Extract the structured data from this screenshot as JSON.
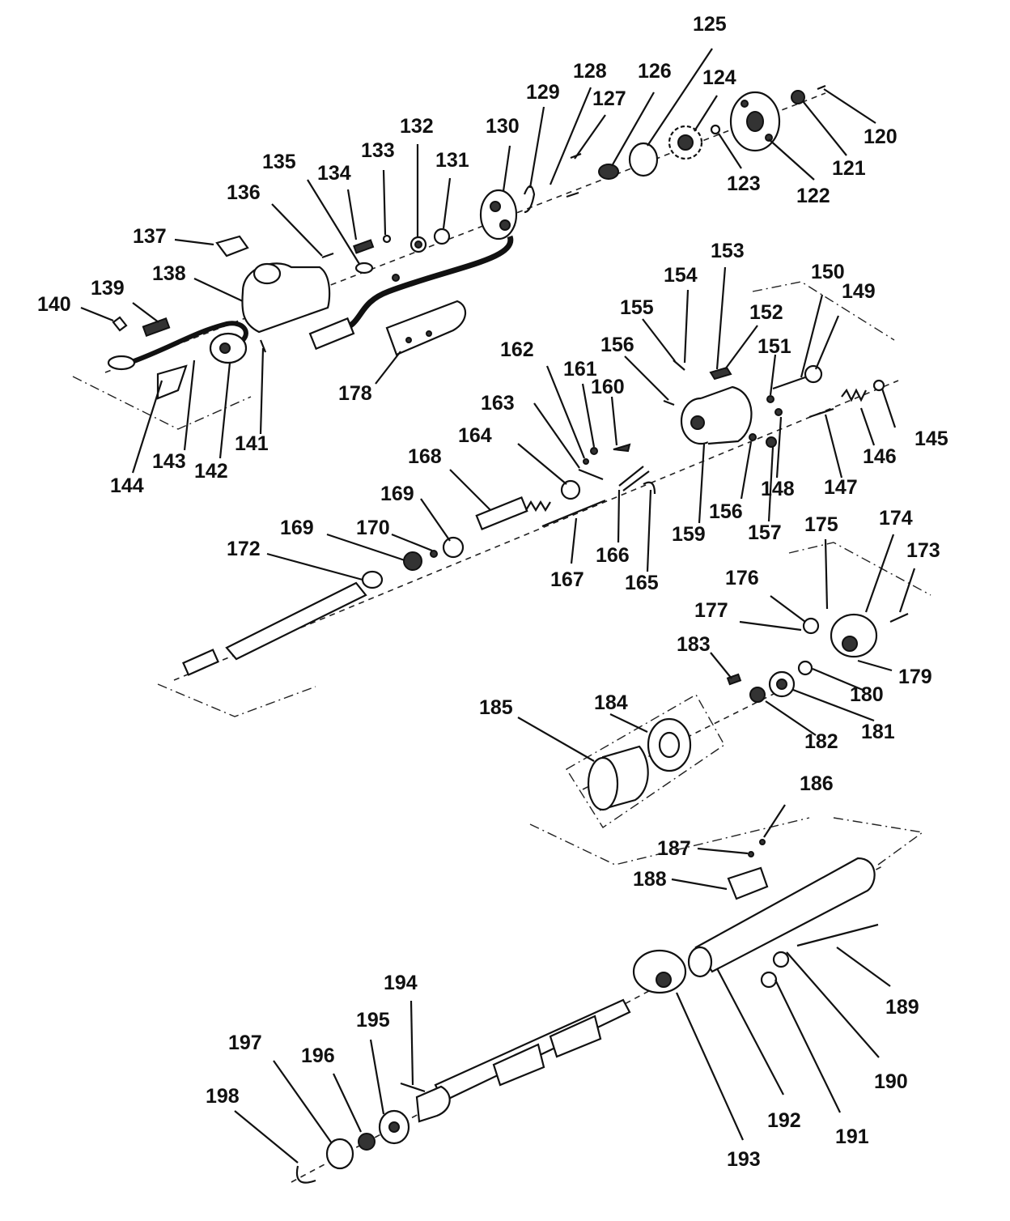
{
  "diagram": {
    "callouts": [
      {
        "id": "120",
        "text": "120"
      },
      {
        "id": "121",
        "text": "121"
      },
      {
        "id": "122",
        "text": "122"
      },
      {
        "id": "123",
        "text": "123"
      },
      {
        "id": "124",
        "text": "124"
      },
      {
        "id": "125",
        "text": "125"
      },
      {
        "id": "126",
        "text": "126"
      },
      {
        "id": "127",
        "text": "127"
      },
      {
        "id": "128",
        "text": "128"
      },
      {
        "id": "129",
        "text": "129"
      },
      {
        "id": "130",
        "text": "130"
      },
      {
        "id": "131",
        "text": "131"
      },
      {
        "id": "132",
        "text": "132"
      },
      {
        "id": "133",
        "text": "133"
      },
      {
        "id": "134",
        "text": "134"
      },
      {
        "id": "135",
        "text": "135"
      },
      {
        "id": "136",
        "text": "136"
      },
      {
        "id": "137",
        "text": "137"
      },
      {
        "id": "138",
        "text": "138"
      },
      {
        "id": "139",
        "text": "139"
      },
      {
        "id": "140",
        "text": "140"
      },
      {
        "id": "141",
        "text": "141"
      },
      {
        "id": "142",
        "text": "142"
      },
      {
        "id": "143",
        "text": "143"
      },
      {
        "id": "144",
        "text": "144"
      },
      {
        "id": "145",
        "text": "145"
      },
      {
        "id": "146",
        "text": "146"
      },
      {
        "id": "147",
        "text": "147"
      },
      {
        "id": "148",
        "text": "148"
      },
      {
        "id": "149",
        "text": "149"
      },
      {
        "id": "150",
        "text": "150"
      },
      {
        "id": "151",
        "text": "151"
      },
      {
        "id": "152",
        "text": "152"
      },
      {
        "id": "153",
        "text": "153"
      },
      {
        "id": "154",
        "text": "154"
      },
      {
        "id": "155",
        "text": "155"
      },
      {
        "id": "156a",
        "text": "156"
      },
      {
        "id": "156b",
        "text": "156"
      },
      {
        "id": "157",
        "text": "157"
      },
      {
        "id": "159",
        "text": "159"
      },
      {
        "id": "160",
        "text": "160"
      },
      {
        "id": "161",
        "text": "161"
      },
      {
        "id": "162",
        "text": "162"
      },
      {
        "id": "163",
        "text": "163"
      },
      {
        "id": "164",
        "text": "164"
      },
      {
        "id": "165",
        "text": "165"
      },
      {
        "id": "166",
        "text": "166"
      },
      {
        "id": "167",
        "text": "167"
      },
      {
        "id": "168",
        "text": "168"
      },
      {
        "id": "169a",
        "text": "169"
      },
      {
        "id": "169b",
        "text": "169"
      },
      {
        "id": "170",
        "text": "170"
      },
      {
        "id": "172",
        "text": "172"
      },
      {
        "id": "173",
        "text": "173"
      },
      {
        "id": "174",
        "text": "174"
      },
      {
        "id": "175",
        "text": "175"
      },
      {
        "id": "176",
        "text": "176"
      },
      {
        "id": "177",
        "text": "177"
      },
      {
        "id": "178",
        "text": "178"
      },
      {
        "id": "179",
        "text": "179"
      },
      {
        "id": "180",
        "text": "180"
      },
      {
        "id": "181",
        "text": "181"
      },
      {
        "id": "182",
        "text": "182"
      },
      {
        "id": "183",
        "text": "183"
      },
      {
        "id": "184",
        "text": "184"
      },
      {
        "id": "185",
        "text": "185"
      },
      {
        "id": "186",
        "text": "186"
      },
      {
        "id": "187",
        "text": "187"
      },
      {
        "id": "188",
        "text": "188"
      },
      {
        "id": "189",
        "text": "189"
      },
      {
        "id": "190",
        "text": "190"
      },
      {
        "id": "191",
        "text": "191"
      },
      {
        "id": "192",
        "text": "192"
      },
      {
        "id": "193",
        "text": "193"
      },
      {
        "id": "194",
        "text": "194"
      },
      {
        "id": "195",
        "text": "195"
      },
      {
        "id": "196",
        "text": "196"
      },
      {
        "id": "197",
        "text": "197"
      },
      {
        "id": "198",
        "text": "198"
      }
    ]
  }
}
